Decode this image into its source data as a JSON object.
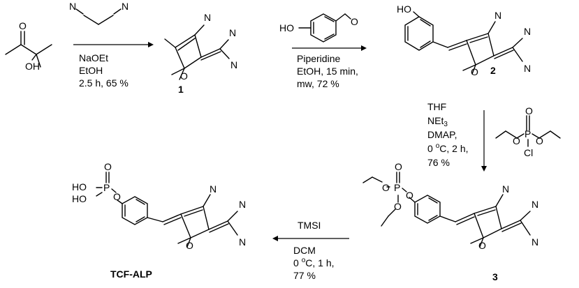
{
  "atoms": {
    "O": "O",
    "OH": "OH",
    "HO": "HO",
    "N": "N",
    "P": "P",
    "Cl": "Cl"
  },
  "step1": {
    "conditions": [
      "NaOEt",
      "EtOH",
      "2.5 h, 65 %"
    ]
  },
  "step2": {
    "conditions": [
      "Piperidine",
      "EtOH, 15 min,",
      "mw, 72 %"
    ]
  },
  "step3": {
    "conditions_thf": "THF",
    "conditions_net": "NEt",
    "conditions_net_sub": "3",
    "conditions_dmap": "DMAP,",
    "conditions_temp_a": "0 ",
    "conditions_temp_sup": "o",
    "conditions_temp_b": "C, 2 h,",
    "conditions_yield": "76 %"
  },
  "step4": {
    "reagent": "TMSI",
    "solvent": "DCM",
    "temp_a": "0 ",
    "temp_sup": "o",
    "temp_b": "C, 1 h,",
    "yield": "77 %"
  },
  "compounds": {
    "c1": "1",
    "c2": "2",
    "c3": "3",
    "tcf_alp": "TCF-ALP"
  }
}
